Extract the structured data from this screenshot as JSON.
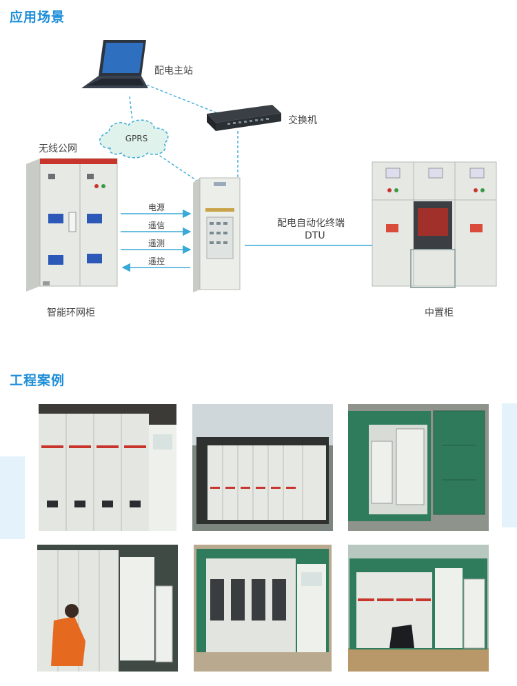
{
  "sections": {
    "scene_title": "应用场景",
    "cases_title": "工程案例"
  },
  "diagram": {
    "master_station": "配电主站",
    "switch": "交换机",
    "gprs": "GPRS",
    "wireless": "无线公网",
    "ring_cabinet": "智能环网柜",
    "middle_cabinet": "中置柜",
    "dtu_line1": "配电自动化终端",
    "dtu_line2": "DTU",
    "signals": [
      "电源",
      "遥信",
      "遥测",
      "遥控"
    ]
  },
  "colors": {
    "accent": "#1e8ed8",
    "link": "#39a9d8",
    "cabinet": "#e7e9e4",
    "green_box": "#2e7a5a"
  }
}
